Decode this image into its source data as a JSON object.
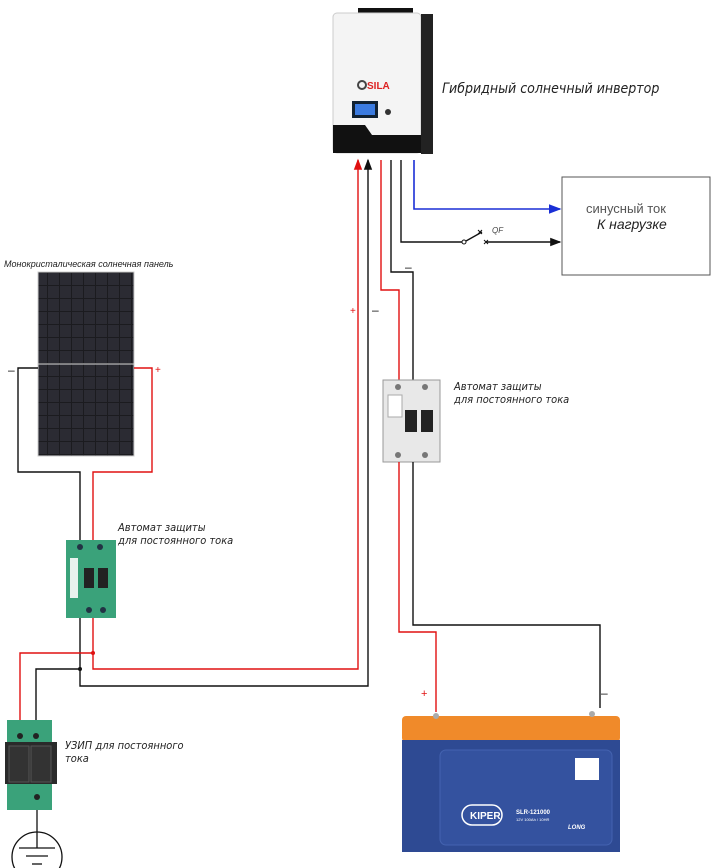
{
  "inverter": {
    "label": "Гибридный солнечный инвертор",
    "brand": "SILA"
  },
  "load_box": {
    "line1": "синусный ток",
    "line2": "К нагрузке"
  },
  "switch_label": "QF",
  "solar_panel": {
    "label": "Монокристалическая солнечная панель",
    "minus": "–",
    "plus": "+"
  },
  "breaker_panel": {
    "line1": "Автомат защиты",
    "line2": "для постоянного тока"
  },
  "breaker_battery": {
    "line1": "Автомат защиты",
    "line2": "для постоянного тока",
    "minus": "–"
  },
  "spd": {
    "line1": "УЗИП для постоянного",
    "line2": "тока"
  },
  "inverter_inputs": {
    "plus": "+",
    "minus": "–"
  },
  "battery": {
    "brand": "KIPER",
    "model": "SLR-121000",
    "spec": "12V 100Ah / 10HR",
    "maker": "LONG",
    "plus": "+",
    "minus": "–"
  },
  "colors": {
    "positive": "#e01010",
    "negative": "#111111",
    "ac": "#1a2fd6",
    "battery_body": "#2e4a93",
    "battery_lid": "#f08a2a",
    "breaker": "#3aa27a"
  }
}
